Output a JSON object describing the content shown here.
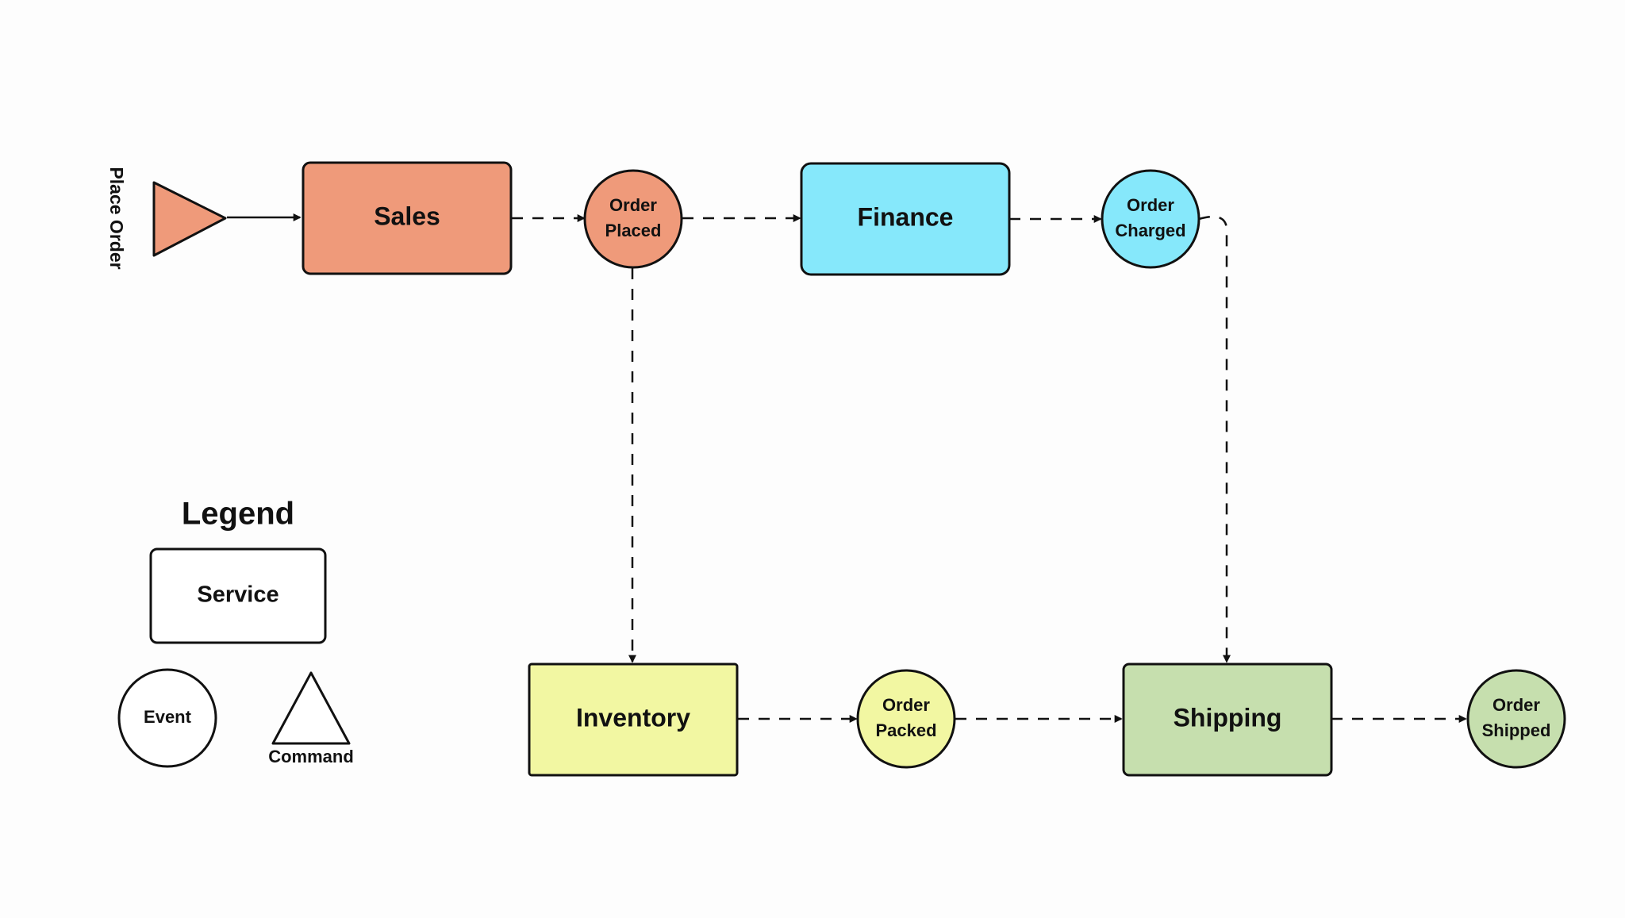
{
  "command": {
    "label": "Place Order",
    "color": "#ef9a7a"
  },
  "services": {
    "sales": {
      "label": "Sales",
      "color": "#ef9a7a"
    },
    "finance": {
      "label": "Finance",
      "color": "#86e8fb"
    },
    "inventory": {
      "label": "Inventory",
      "color": "#f2f7a2"
    },
    "shipping": {
      "label": "Shipping",
      "color": "#c6dfae"
    }
  },
  "events": {
    "order_placed": {
      "line1": "Order",
      "line2": "Placed",
      "color": "#ef9a7a"
    },
    "order_charged": {
      "line1": "Order",
      "line2": "Charged",
      "color": "#86e8fb"
    },
    "order_packed": {
      "line1": "Order",
      "line2": "Packed",
      "color": "#f2f7a2"
    },
    "order_shipped": {
      "line1": "Order",
      "line2": "Shipped",
      "color": "#c6dfae"
    }
  },
  "legend": {
    "title": "Legend",
    "service_label": "Service",
    "event_label": "Event",
    "command_label": "Command"
  }
}
